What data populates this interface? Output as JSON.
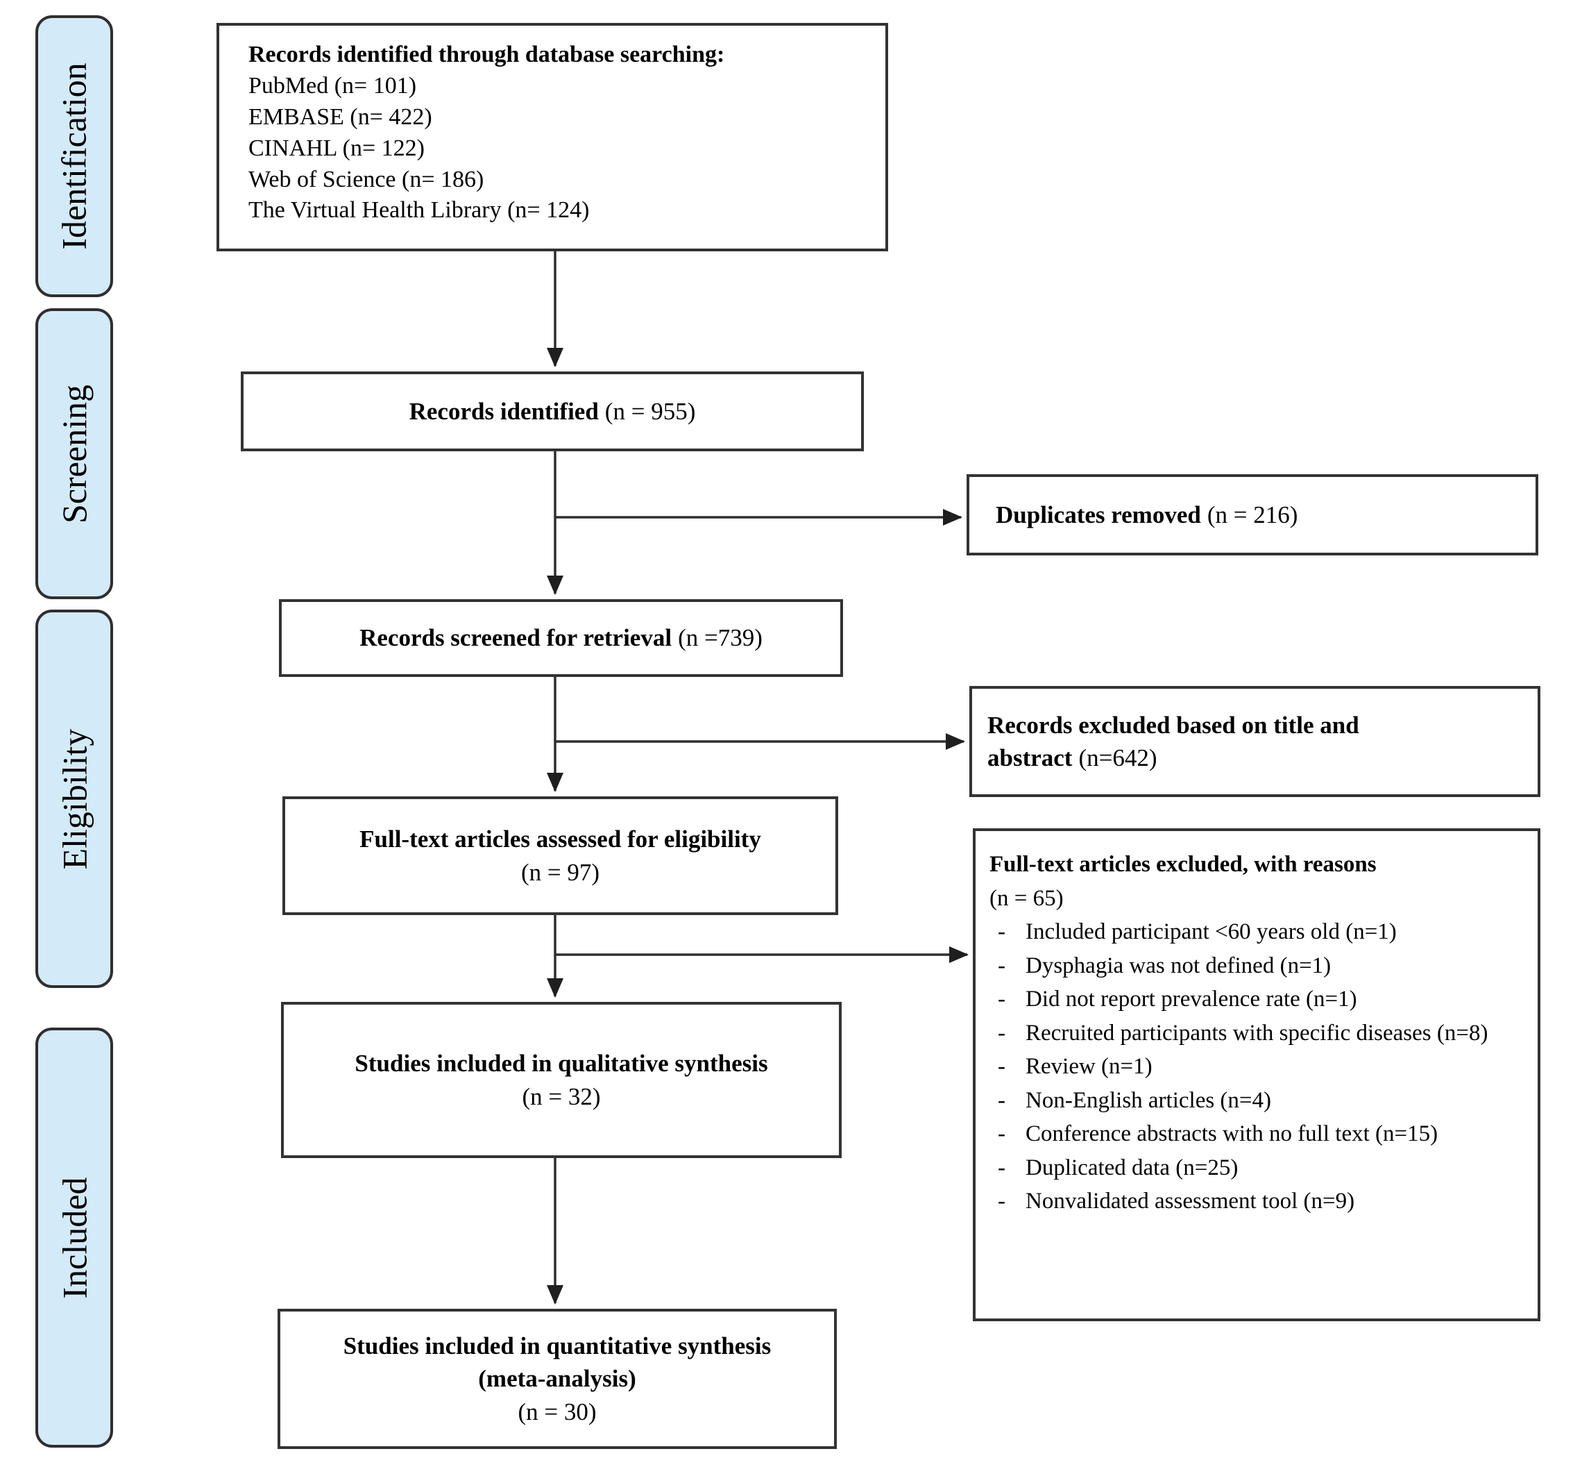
{
  "figure": {
    "kind": "PRISMA systematic review flow diagram"
  },
  "colors": {
    "stage_fill": "#d3eaf9",
    "stage_border": "#2f2f2f",
    "box_border": "#333333",
    "line": "#2e2e2e",
    "background": "#ffffff",
    "text": "#000000"
  },
  "stages": [
    {
      "label": "Identification"
    },
    {
      "label": "Screening"
    },
    {
      "label": "Eligibility"
    },
    {
      "label": "Included"
    }
  ],
  "boxes": {
    "db_search": {
      "title": "Records identified through database searching:",
      "lines": [
        "PubMed (n= 101)",
        "EMBASE (n= 422)",
        "CINAHL (n= 122)",
        "Web of Science (n= 186)",
        "The Virtual Health Library (n= 124)"
      ]
    },
    "records_identified": {
      "label": "Records identified",
      "n": "(n = 955)"
    },
    "duplicates_removed": {
      "label": "Duplicates removed",
      "n": "(n = 216)"
    },
    "records_screened": {
      "label": "Records screened for retrieval",
      "n": "(n =739)"
    },
    "records_excluded": {
      "label": "Records excluded based on title and abstract",
      "n": "(n=642)"
    },
    "fulltext_assessed": {
      "label": "Full-text articles assessed for eligibility",
      "n": "(n = 97)"
    },
    "fulltext_excluded": {
      "label": "Full-text articles excluded, with reasons",
      "n": "(n = 65)",
      "marker": "-",
      "reasons": [
        "Included participant <60 years old (n=1)",
        "Dysphagia was not defined (n=1)",
        "Did not report prevalence rate (n=1)",
        "Recruited participants with specific diseases (n=8)",
        "Review (n=1)",
        "Non-English articles (n=4)",
        "Conference abstracts with no full text (n=15)",
        "Duplicated data (n=25)",
        "Nonvalidated assessment tool (n=9)"
      ]
    },
    "qualitative": {
      "label": "Studies included in qualitative synthesis",
      "n": "(n = 32)"
    },
    "quantitative": {
      "label": "Studies included in quantitative synthesis (meta-analysis)",
      "n": "(n = 30)"
    }
  }
}
